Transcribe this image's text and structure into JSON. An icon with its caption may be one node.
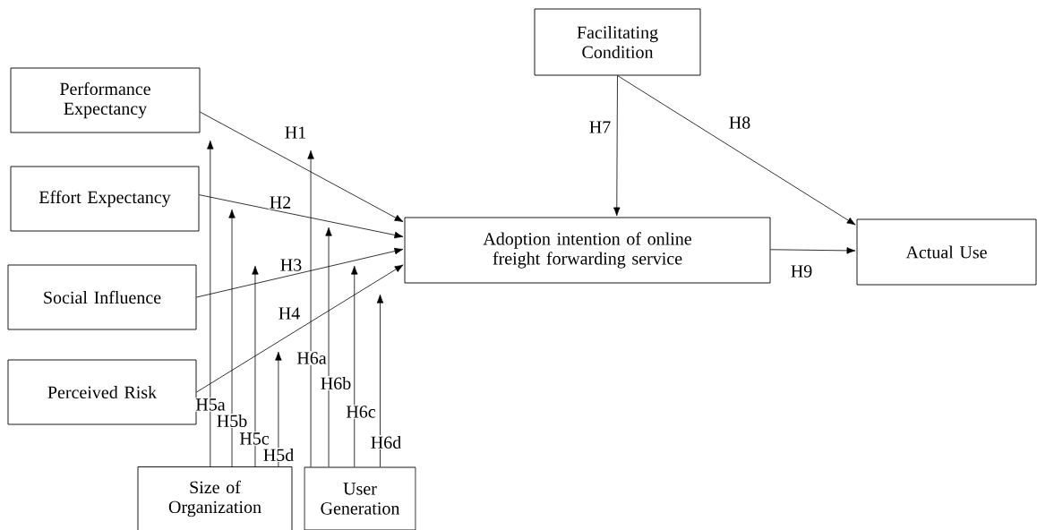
{
  "diagram": {
    "nodes": [
      {
        "text": [
          "Performance Expectancy"
        ]
      },
      {
        "text": [
          "Effort Expectancy"
        ]
      },
      {
        "text": [
          "Social Influence"
        ]
      },
      {
        "text": [
          "Perceived Risk"
        ]
      },
      {
        "text": [
          "Size of Organization"
        ]
      },
      {
        "text": [
          "User Generation"
        ]
      },
      {
        "text": [
          "Facilitating Condition"
        ]
      },
      {
        "text": [
          "Adoption intention of online freight forwarding service"
        ]
      },
      {
        "text": [
          "Actual Use"
        ]
      }
    ],
    "edges": [
      {
        "from": 0,
        "to": 7,
        "arrow": "to",
        "label": "H1"
      },
      {
        "from": 1,
        "to": 7,
        "arrow": "to",
        "label": "H2"
      },
      {
        "from": 2,
        "to": 7,
        "arrow": "to",
        "label": "H3"
      },
      {
        "from": 3,
        "to": 7,
        "arrow": "to",
        "label": "H4"
      },
      {
        "from": 4,
        "to": null,
        "arrow": "to",
        "label": "H5a"
      },
      {
        "from": 4,
        "to": null,
        "arrow": "to",
        "label": "H5b"
      },
      {
        "from": 4,
        "to": null,
        "arrow": "to",
        "label": "H5c"
      },
      {
        "from": 4,
        "to": null,
        "arrow": "to",
        "label": "H5d"
      },
      {
        "from": 5,
        "to": null,
        "arrow": "to",
        "label": "H6a"
      },
      {
        "from": 5,
        "to": null,
        "arrow": "to",
        "label": "H6b"
      },
      {
        "from": 5,
        "to": null,
        "arrow": "to",
        "label": "H6c"
      },
      {
        "from": 5,
        "to": null,
        "arrow": "to",
        "label": "H6d"
      },
      {
        "from": 6,
        "to": 7,
        "arrow": "to",
        "label": "H7"
      },
      {
        "from": 6,
        "to": 8,
        "arrow": "to",
        "label": "H8"
      },
      {
        "from": 7,
        "to": 8,
        "arrow": "to",
        "label": "H9"
      }
    ]
  }
}
